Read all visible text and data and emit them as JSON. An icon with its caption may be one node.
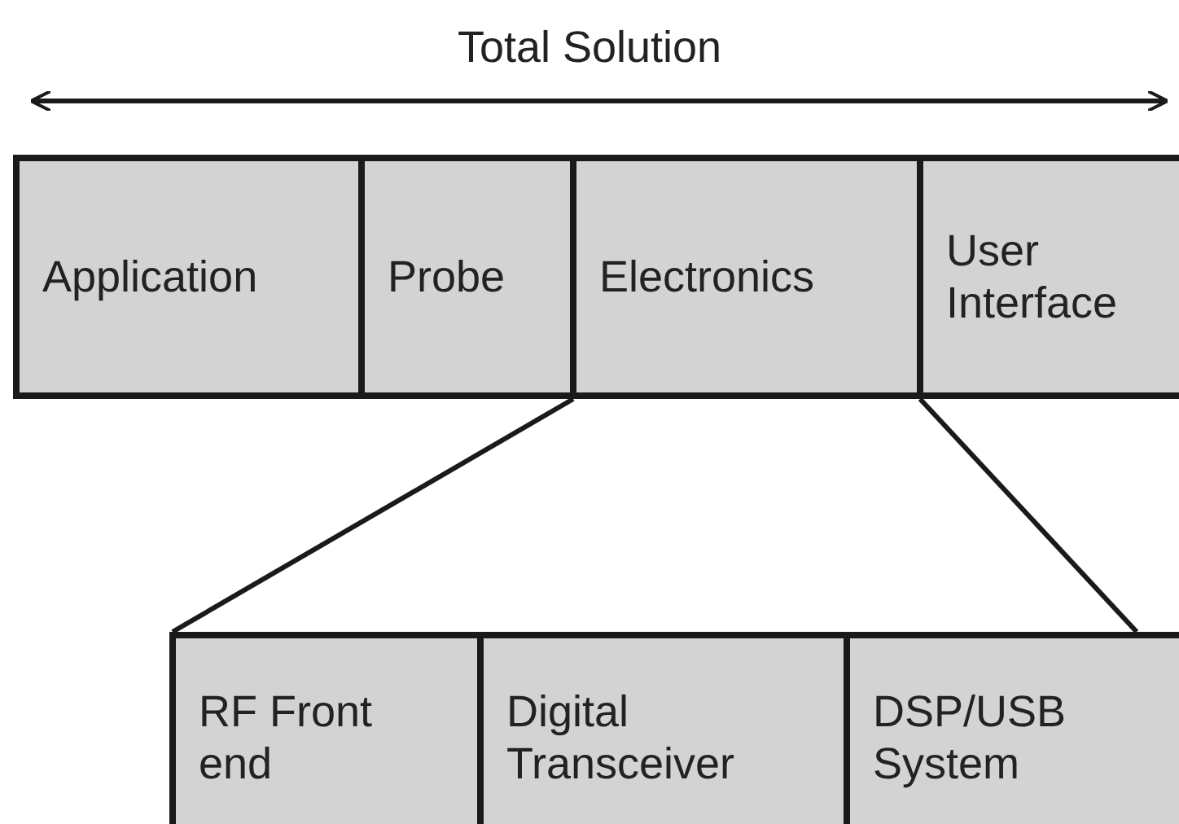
{
  "diagram": {
    "nodes": [
      {
        "text": [
          "Application"
        ]
      },
      {
        "text": [
          "Probe"
        ]
      },
      {
        "text": [
          "Electronics"
        ]
      },
      {
        "text": [
          "User Interface"
        ]
      },
      {
        "text": [
          "RF Front end"
        ]
      },
      {
        "text": [
          "Digital Transceiver"
        ]
      },
      {
        "text": [
          "DSP/USB System"
        ]
      }
    ],
    "edges": [
      {
        "from": 2,
        "to": 4,
        "arrow": "none"
      },
      {
        "from": 2,
        "to": 6,
        "arrow": "none"
      }
    ],
    "labels": [
      "Total Solution"
    ]
  }
}
